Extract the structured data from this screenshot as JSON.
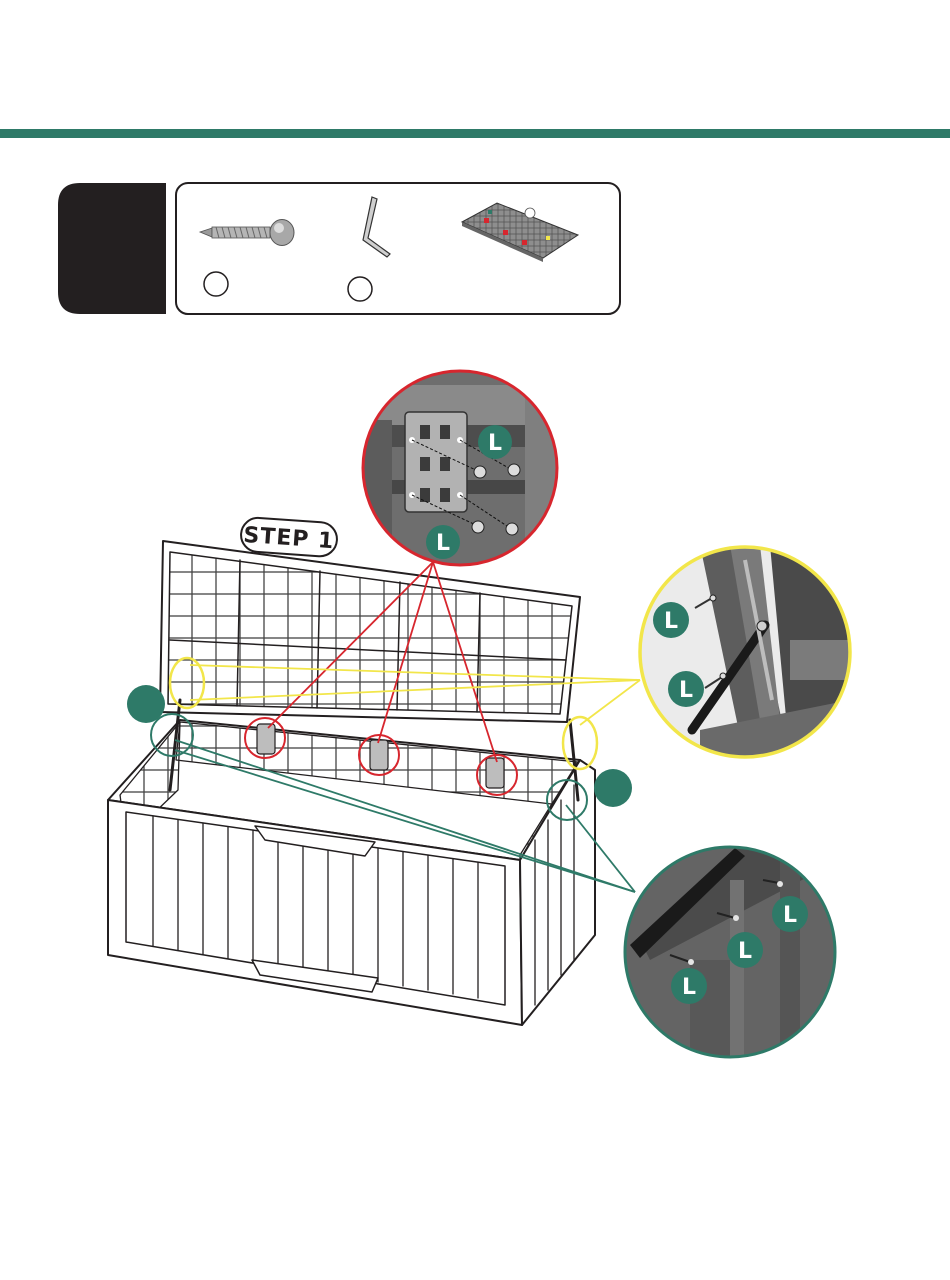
{
  "colors": {
    "accent": "#2e7a68",
    "black_tab": "#231f20",
    "red_callout": "#d7262e",
    "yellow_callout": "#f2e64a",
    "green_callout": "#2e7a68"
  },
  "step_label": "STEP 1",
  "part_label": "L",
  "parts_panel": {
    "items": [
      {
        "icon": "screw-icon"
      },
      {
        "icon": "hex-key-icon"
      },
      {
        "icon": "lid-panel-icon"
      }
    ]
  },
  "callouts": {
    "red": {
      "badges": [
        "L",
        "L"
      ]
    },
    "yellow": {
      "badges": [
        "L",
        "L"
      ]
    },
    "green": {
      "badges": [
        "L",
        "L",
        "L"
      ]
    }
  }
}
